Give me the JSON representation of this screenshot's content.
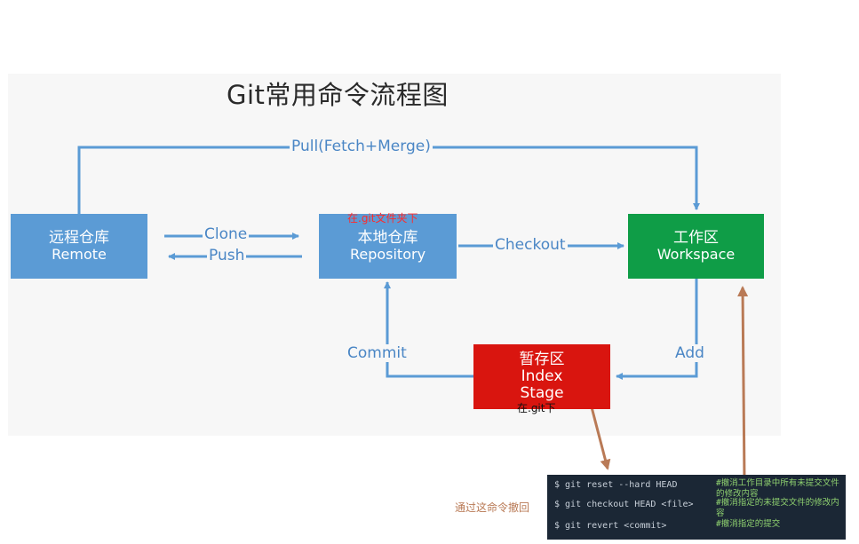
{
  "title": "Git常用命令流程图",
  "nodes": {
    "remote": {
      "line1": "远程仓库",
      "line2": "Remote"
    },
    "repository": {
      "line1": "本地仓库",
      "line2": "Repository"
    },
    "workspace": {
      "line1": "工作区",
      "line2": "Workspace"
    },
    "stage": {
      "line1": "暂存区",
      "line2": "Index",
      "line3": "Stage"
    }
  },
  "edges": {
    "pull": "Pull(Fetch+Merge)",
    "clone": "Clone",
    "push": "Push",
    "checkout": "Checkout",
    "add": "Add",
    "commit": "Commit"
  },
  "annotations": {
    "repo_note": "在.git文件夹下",
    "stage_note": "在.git下",
    "side_note": "通过这命令撤回"
  },
  "terminal": {
    "rows": [
      {
        "cmd": "$ git reset --hard HEAD",
        "desc": "#撤消工作目录中所有未提交文件的修改内容"
      },
      {
        "cmd": "$ git checkout HEAD <file>",
        "desc": "#撤消指定的未提交文件的修改内容"
      },
      {
        "cmd": "$ git revert <commit>",
        "desc": "#撤消指定的提交"
      }
    ]
  },
  "colors": {
    "accent_blue": "#5b9bd5",
    "workspace_green": "#0f9d47",
    "stage_red": "#d9150f",
    "pointer_brown": "#b97a56",
    "terminal_bg": "#1b2735"
  }
}
